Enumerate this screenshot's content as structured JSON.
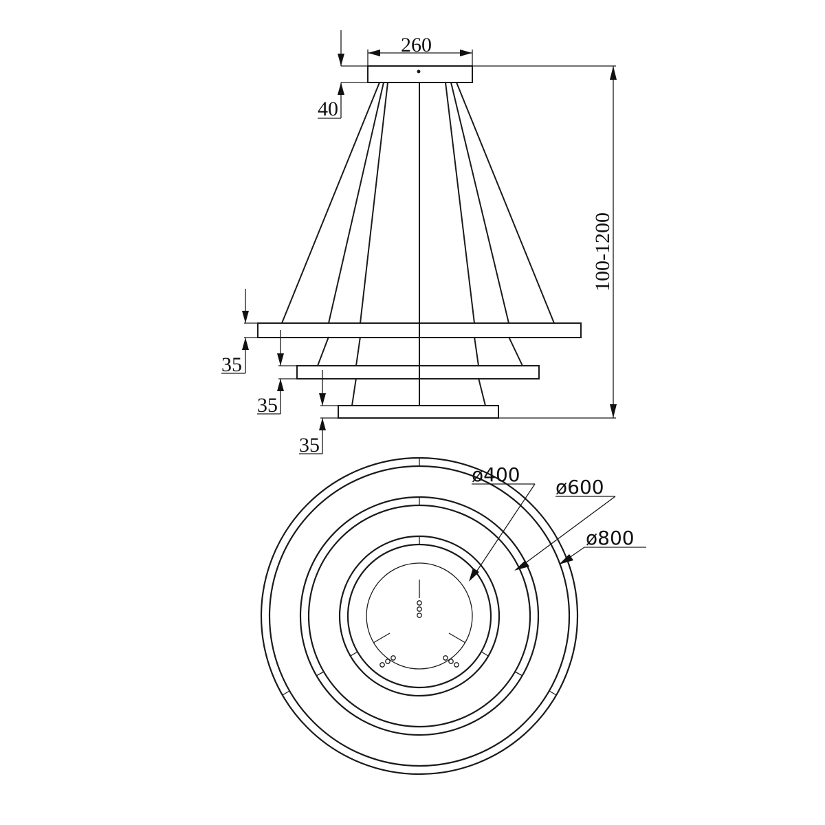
{
  "drawing": {
    "dimensions": {
      "canopy_width": "260",
      "canopy_height": "40",
      "ring_thickness_1": "35",
      "ring_thickness_2": "35",
      "ring_thickness_3": "35",
      "total_height": "100-1200"
    },
    "diameters": {
      "small": "ø400",
      "medium": "ø600",
      "large": "ø800"
    },
    "colors": {
      "line": "#1a1a1a",
      "background": "#ffffff"
    }
  }
}
